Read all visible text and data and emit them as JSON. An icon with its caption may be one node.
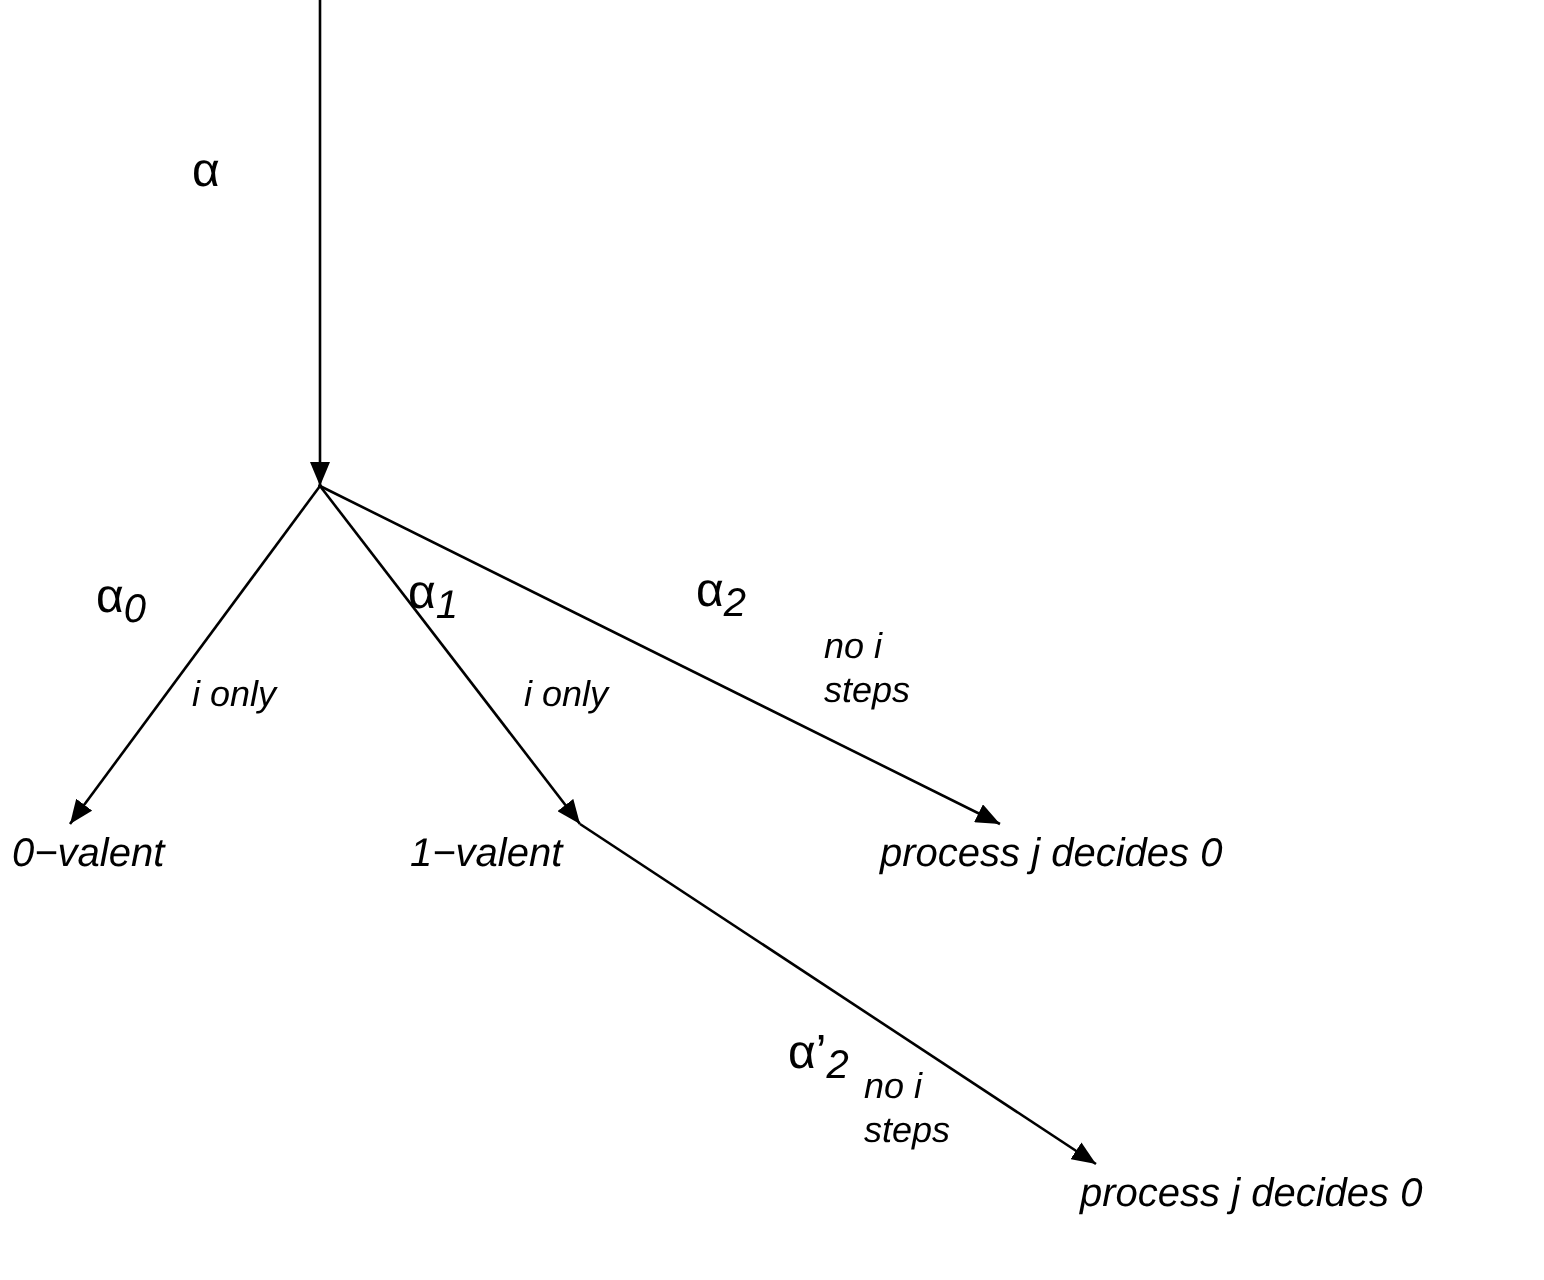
{
  "diagram": {
    "nodes": [
      {
        "text": [],
        "shape": "point"
      },
      {
        "text": [
          "0−valent"
        ]
      },
      {
        "text": [
          "1−valent"
        ]
      },
      {
        "text": [
          "process j decides 0"
        ]
      },
      {
        "text": [
          "process j decides 0"
        ]
      }
    ],
    "edges": [
      {
        "from": null,
        "to": 0,
        "arrow": "to",
        "label": "α"
      },
      {
        "from": 0,
        "to": 1,
        "arrow": "to",
        "label": "α$_{0}$"
      },
      {
        "from": 0,
        "to": 2,
        "arrow": "to",
        "label": "α$_{1}$"
      },
      {
        "from": 0,
        "to": 3,
        "arrow": "to",
        "label": "α$_{2}$"
      },
      {
        "from": 2,
        "to": 4,
        "arrow": "to",
        "label": "α’$_{2}$"
      }
    ],
    "labels": [
      "i only",
      "i only",
      "no i steps",
      "no i steps"
    ]
  }
}
